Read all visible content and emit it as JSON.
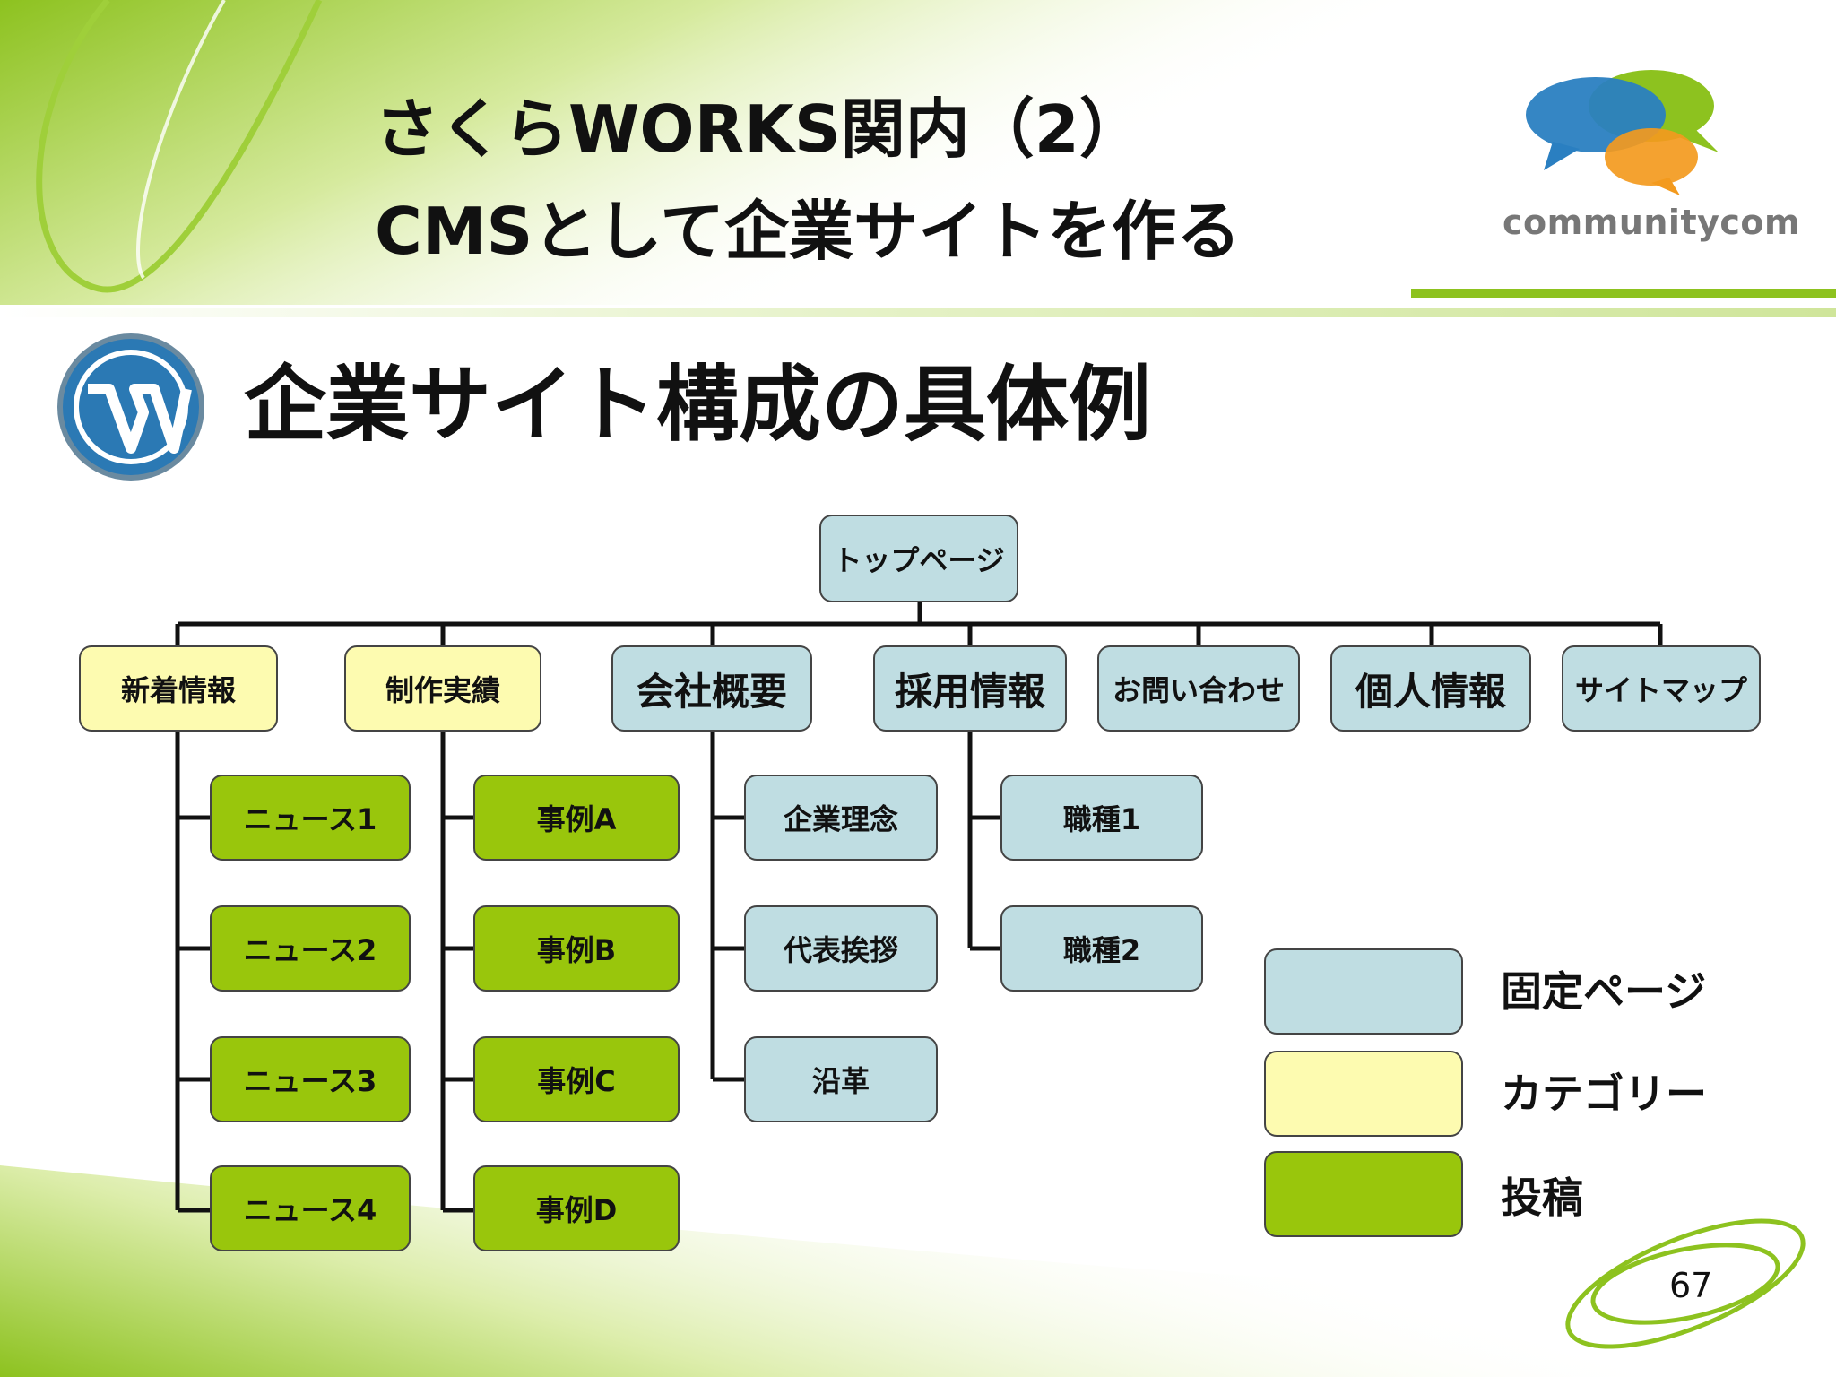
{
  "header": {
    "title_line1": "さくらWORKS関内（2）",
    "title_line2": "CMSとして企業サイトを作る"
  },
  "logo": {
    "text": "communitycom",
    "icon": "speech-bubbles-logo"
  },
  "slide": {
    "heading": "企業サイト構成の具体例",
    "heading_icon": "wordpress-icon",
    "page_number": "67"
  },
  "diagram": {
    "root": "トップページ",
    "top_level": [
      "新着情報",
      "制作実績",
      "会社概要",
      "採用情報",
      "お問い合わせ",
      "個人情報",
      "サイトマップ"
    ],
    "children": {
      "news": [
        "ニュース1",
        "ニュース2",
        "ニュース3",
        "ニュース4"
      ],
      "works": [
        "事例A",
        "事例B",
        "事例C",
        "事例D"
      ],
      "company": [
        "企業理念",
        "代表挨拶",
        "沿革"
      ],
      "recruit": [
        "職種1",
        "職種2"
      ]
    }
  },
  "legend": [
    {
      "label": "固定ページ",
      "color": "#bfdde2"
    },
    {
      "label": "カテゴリー",
      "color": "#fdfbb0"
    },
    {
      "label": "投稿",
      "color": "#99c60c"
    }
  ],
  "colors": {
    "fixed_page": "#bfdde2",
    "category": "#fdfbb0",
    "post": "#99c60c",
    "accent_green": "#8dc21f"
  }
}
